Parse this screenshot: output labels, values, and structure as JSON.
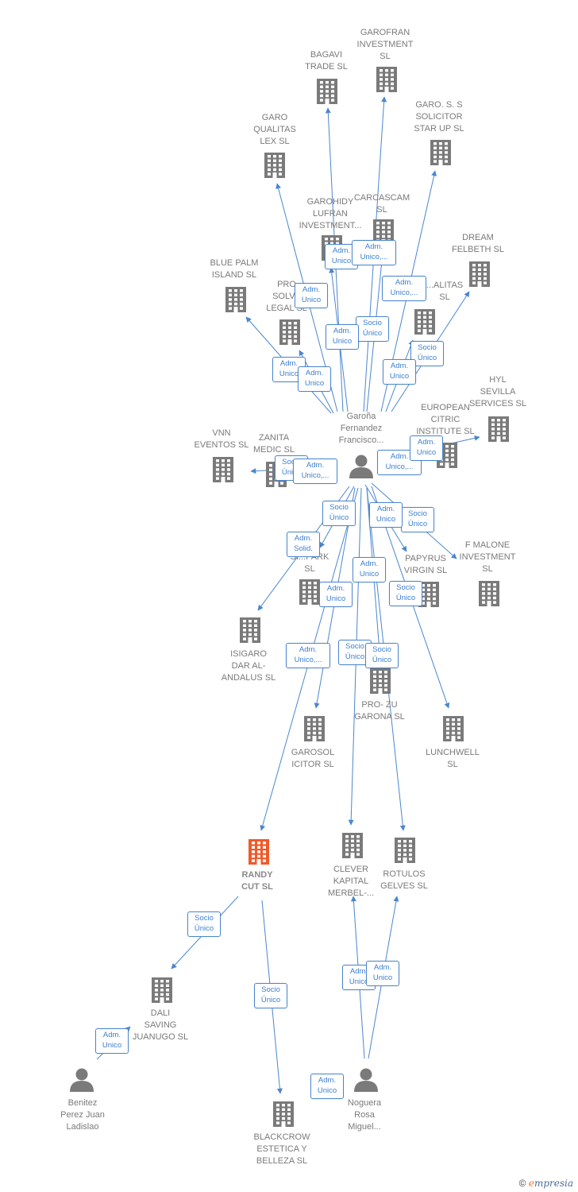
{
  "colors": {
    "edge": "#4a86cf",
    "company": "#7a7a7a",
    "focus_company": "#f05a2a",
    "person": "#7a7a7a",
    "badge_text": "#3c7fd0"
  },
  "nodes": [
    {
      "id": "center",
      "kind": "person",
      "label": "Garoña\nFernandez\nFrancisco..."
    },
    {
      "id": "bagavi",
      "kind": "company",
      "label": "BAGAVI\nTRADE  SL"
    },
    {
      "id": "garofran",
      "kind": "company",
      "label": "GAROFRAN\nINVESTMENT\nSL"
    },
    {
      "id": "garo_s",
      "kind": "company",
      "label": "GARO.  S. S\nSOLICITOR\nSTAR UP  SL"
    },
    {
      "id": "garo_qualitas",
      "kind": "company",
      "label": "GARO\nQUALITAS\nLEX  SL"
    },
    {
      "id": "garohidy",
      "kind": "company",
      "label": "GAROHIDY\nLUFRAN\nINVESTMENT..."
    },
    {
      "id": "carcascam",
      "kind": "company",
      "label": "CARCASCAM\nSL"
    },
    {
      "id": "dream",
      "kind": "company",
      "label": "DREAM\nFELBETH  SL"
    },
    {
      "id": "bluepalm",
      "kind": "company",
      "label": "BLUE PALM\nISLAND  SL"
    },
    {
      "id": "pro_solve",
      "kind": "company",
      "label": "PRO\nSOLVE\nLEGAL  SL"
    },
    {
      "id": "qualitas",
      "kind": "company",
      "label": "...ALITAS\nSL"
    },
    {
      "id": "hyl",
      "kind": "company",
      "label": "HYL\nSEVILLA\nSERVICES  SL"
    },
    {
      "id": "european",
      "kind": "company",
      "label": "EUROPEAN\nCITRIC\nINSTITUTE  SL"
    },
    {
      "id": "vnn",
      "kind": "company",
      "label": "VNN\nEVENTOS  SL"
    },
    {
      "id": "zanita",
      "kind": "company",
      "label": "ZANITA\nMEDIC  SL"
    },
    {
      "id": "fmalone",
      "kind": "company",
      "label": "F MALONE\nINVESTMENT\nSL"
    },
    {
      "id": "papyrus",
      "kind": "company",
      "label": "PAPYRUS\nVIRGIN  SL"
    },
    {
      "id": "sipark",
      "kind": "company",
      "label": "SI...PARK\nSL"
    },
    {
      "id": "isigaro",
      "kind": "company",
      "label": "ISIGARO\nDAR AL-\nANDALUS  SL"
    },
    {
      "id": "garosol",
      "kind": "company",
      "label": "GAROSOL\nICITOR  SL"
    },
    {
      "id": "prozu",
      "kind": "company",
      "label": "PRO- ZU\nGARONA  SL"
    },
    {
      "id": "lunchwell",
      "kind": "company",
      "label": "LUNCHWELL\nSL"
    },
    {
      "id": "randy",
      "kind": "focus",
      "label": "RANDY\nCUT  SL"
    },
    {
      "id": "clever",
      "kind": "company",
      "label": "CLEVER\nKAPITAL\nMERBEL-..."
    },
    {
      "id": "rotulos",
      "kind": "company",
      "label": "ROTULOS\nGELVES  SL"
    },
    {
      "id": "dali",
      "kind": "company",
      "label": "DALI\nSAVING\nJUANUGO  SL"
    },
    {
      "id": "benitez",
      "kind": "person",
      "label": "Benitez\nPerez Juan\nLadislao"
    },
    {
      "id": "blackcrow",
      "kind": "company",
      "label": "BLACKCROW\nESTETICA Y\nBELLEZA  SL"
    },
    {
      "id": "noguera",
      "kind": "person",
      "label": "Noguera\nRosa\nMiguel..."
    }
  ],
  "edges": [
    {
      "from": "center",
      "to": "bagavi",
      "label": "Adm.\nUnico"
    },
    {
      "from": "center",
      "to": "garofran",
      "label": "Socio\nÚnico"
    },
    {
      "from": "center",
      "to": "garo_s",
      "label": "Adm.\nUnico,..."
    },
    {
      "from": "center",
      "to": "garo_qualitas",
      "label": "Adm.\nUnico"
    },
    {
      "from": "center",
      "to": "garohidy",
      "label": "Adm.\nUnico"
    },
    {
      "from": "center",
      "to": "carcascam",
      "label": "Adm.\nUnico,..."
    },
    {
      "from": "center",
      "to": "dream",
      "label": "Socio\nÚnico"
    },
    {
      "from": "center",
      "to": "bluepalm",
      "label": "Adm.\nUnico"
    },
    {
      "from": "center",
      "to": "pro_solve",
      "label": "Adm.\nUnico"
    },
    {
      "from": "center",
      "to": "qualitas",
      "label": "Adm.\nUnico"
    },
    {
      "from": "center",
      "to": "hyl",
      "label": "Adm.\nUnico,..."
    },
    {
      "from": "center",
      "to": "european",
      "label": "Adm.\nUnico"
    },
    {
      "from": "center",
      "to": "vnn",
      "label": "Socio\nÚnico"
    },
    {
      "from": "center",
      "to": "zanita",
      "label": "Adm.\nUnico,..."
    },
    {
      "from": "center",
      "to": "fmalone",
      "label": "Socio\nÚnico"
    },
    {
      "from": "center",
      "to": "papyrus",
      "label": "Adm.\nUnico"
    },
    {
      "from": "center",
      "to": "sipark",
      "label": "Socio\nÚnico"
    },
    {
      "from": "center",
      "to": "isigaro",
      "label": "Adm.\nSolid."
    },
    {
      "from": "center",
      "to": "garosol",
      "label": "Adm.\nUnico"
    },
    {
      "from": "center",
      "to": "prozu",
      "label": "Adm.\nUnico"
    },
    {
      "from": "center",
      "to": "lunchwell",
      "label": "Socio\nÚnico"
    },
    {
      "from": "center",
      "to": "randy",
      "label": "Adm.\nUnico,..."
    },
    {
      "from": "center",
      "to": "clever",
      "label": "Socio\nÚnico"
    },
    {
      "from": "center",
      "to": "rotulos",
      "label": "Socio\nÚnico"
    },
    {
      "from": "randy",
      "to": "dali",
      "label": "Socio\nÚnico"
    },
    {
      "from": "randy",
      "to": "blackcrow",
      "label": "Socio\nÚnico"
    },
    {
      "from": "benitez",
      "to": "dali",
      "label": "Adm.\nUnico"
    },
    {
      "from": "noguera",
      "to": "clever",
      "label": "Adm.\nUnico"
    },
    {
      "from": "noguera",
      "to": "rotulos",
      "label": "Adm.\nUnico"
    },
    {
      "from": "noguera",
      "to": "blackcrow",
      "label": "Adm.\nUnico"
    }
  ],
  "footer": {
    "copyright": "©",
    "brand_initial": "e",
    "brand_rest": "mpresia"
  }
}
